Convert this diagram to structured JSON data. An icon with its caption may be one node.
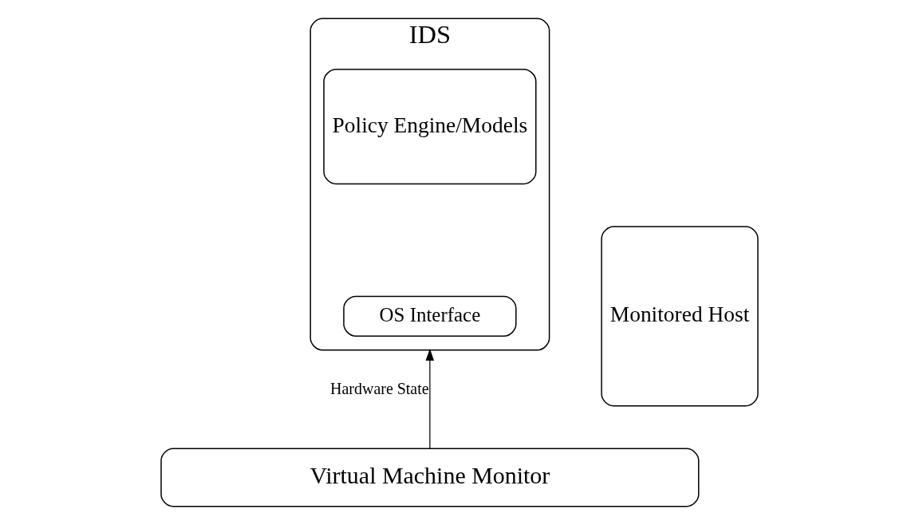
{
  "diagram": {
    "nodes": [
      {
        "text": [
          "IDS"
        ]
      },
      {
        "text": [
          "Policy Engine/Models"
        ],
        "in": 0
      },
      {
        "text": [
          "OS Interface"
        ],
        "in": 0
      },
      {
        "text": [
          "Monitored Host"
        ]
      },
      {
        "text": [
          "Virtual Machine Monitor"
        ]
      }
    ],
    "edges": [
      {
        "from": 4,
        "to": 0,
        "arrow": "to",
        "label": "Hardware State"
      }
    ]
  }
}
